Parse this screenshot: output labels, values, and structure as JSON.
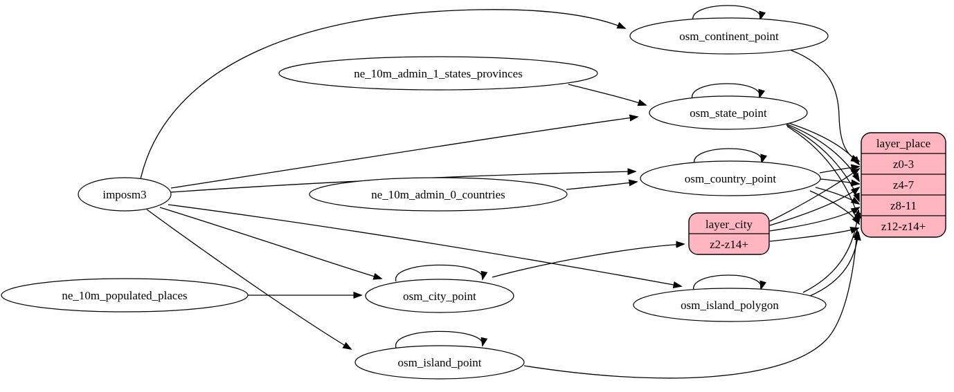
{
  "diagram": {
    "kind": "etl-dependency-graph",
    "colors": {
      "background": "#ffffff",
      "node_fill": "#ffffff",
      "record_fill": "#ffb6c1",
      "stroke": "#000000",
      "text": "#000000"
    },
    "nodes": {
      "imposm3": {
        "label": "imposm3"
      },
      "ne_10m_populated_places": {
        "label": "ne_10m_populated_places"
      },
      "ne_10m_admin_1_states_provinces": {
        "label": "ne_10m_admin_1_states_provinces"
      },
      "ne_10m_admin_0_countries": {
        "label": "ne_10m_admin_0_countries"
      },
      "osm_continent_point": {
        "label": "osm_continent_point"
      },
      "osm_state_point": {
        "label": "osm_state_point"
      },
      "osm_country_point": {
        "label": "osm_country_point"
      },
      "osm_city_point": {
        "label": "osm_city_point"
      },
      "osm_island_polygon": {
        "label": "osm_island_polygon"
      },
      "osm_island_point": {
        "label": "osm_island_point"
      }
    },
    "records": {
      "layer_city": {
        "title": "layer_city",
        "rows": [
          "z2-z14+"
        ]
      },
      "layer_place": {
        "title": "layer_place",
        "rows": [
          "z0-3",
          "z4-7",
          "z8-11",
          "z12-z14+"
        ]
      }
    },
    "edges": [
      {
        "from": "imposm3",
        "to": "osm_continent_point"
      },
      {
        "from": "imposm3",
        "to": "osm_state_point"
      },
      {
        "from": "imposm3",
        "to": "osm_country_point"
      },
      {
        "from": "imposm3",
        "to": "osm_city_point"
      },
      {
        "from": "imposm3",
        "to": "osm_island_polygon"
      },
      {
        "from": "imposm3",
        "to": "osm_island_point"
      },
      {
        "from": "ne_10m_admin_1_states_provinces",
        "to": "osm_state_point"
      },
      {
        "from": "ne_10m_admin_0_countries",
        "to": "osm_country_point"
      },
      {
        "from": "ne_10m_populated_places",
        "to": "osm_city_point"
      },
      {
        "from": "osm_continent_point",
        "to": "osm_continent_point"
      },
      {
        "from": "osm_state_point",
        "to": "osm_state_point"
      },
      {
        "from": "osm_country_point",
        "to": "osm_country_point"
      },
      {
        "from": "osm_city_point",
        "to": "osm_city_point"
      },
      {
        "from": "osm_island_polygon",
        "to": "osm_island_polygon"
      },
      {
        "from": "osm_island_point",
        "to": "osm_island_point"
      },
      {
        "from": "osm_continent_point",
        "to": "layer_place",
        "port": "z0-3"
      },
      {
        "from": "osm_state_point",
        "to": "layer_place",
        "port": "z0-3"
      },
      {
        "from": "osm_state_point",
        "to": "layer_place",
        "port": "z4-7"
      },
      {
        "from": "osm_state_point",
        "to": "layer_place",
        "port": "z8-11"
      },
      {
        "from": "osm_state_point",
        "to": "layer_place",
        "port": "z12-z14+"
      },
      {
        "from": "osm_country_point",
        "to": "layer_place",
        "port": "z0-3"
      },
      {
        "from": "osm_country_point",
        "to": "layer_place",
        "port": "z4-7"
      },
      {
        "from": "osm_country_point",
        "to": "layer_place",
        "port": "z8-11"
      },
      {
        "from": "osm_country_point",
        "to": "layer_place",
        "port": "z12-z14+"
      },
      {
        "from": "osm_city_point",
        "to": "layer_city",
        "port": "z2-z14+"
      },
      {
        "from": "layer_city",
        "to": "layer_place",
        "port": "z0-3"
      },
      {
        "from": "layer_city",
        "to": "layer_place",
        "port": "z4-7"
      },
      {
        "from": "layer_city",
        "to": "layer_place",
        "port": "z8-11"
      },
      {
        "from": "layer_city",
        "to": "layer_place",
        "port": "z12-z14+"
      },
      {
        "from": "osm_island_polygon",
        "to": "layer_place",
        "port": "z8-11"
      },
      {
        "from": "osm_island_polygon",
        "to": "layer_place",
        "port": "z12-z14+"
      },
      {
        "from": "osm_island_point",
        "to": "layer_place",
        "port": "z12-z14+"
      }
    ]
  }
}
